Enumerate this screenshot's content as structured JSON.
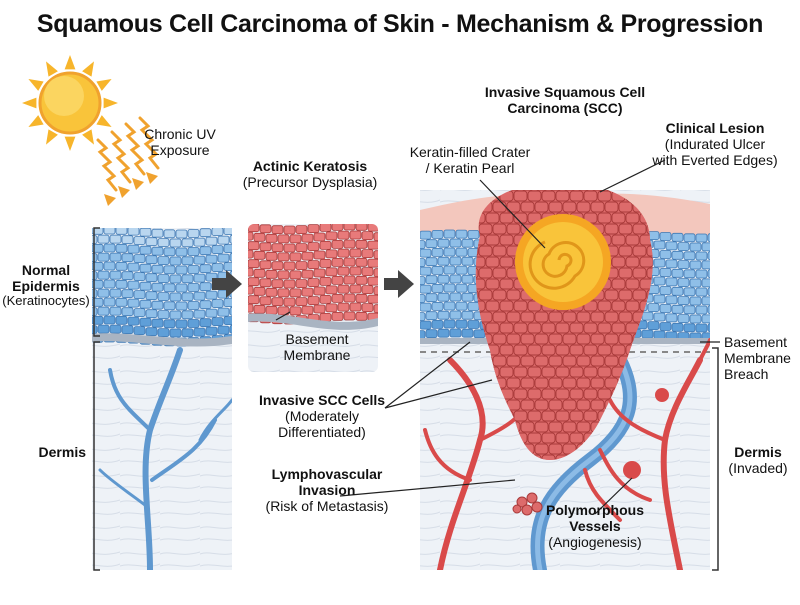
{
  "title": "Squamous Cell Carcinoma of Skin - Mechanism & Progression",
  "labels": {
    "uv_1": "Chronic UV",
    "uv_2": "Exposure",
    "ak_title": "Actinic Keratosis",
    "ak_sub": "(Precursor Dysplasia)",
    "normal_1": "Normal",
    "normal_2": "Epidermis",
    "normal_3": "(Keratinocytes)",
    "dermis_left": "Dermis",
    "bm_left_1": "Basement",
    "bm_left_2": "Membrane",
    "scc_title_1": "Invasive Squamous Cell",
    "scc_title_2": "Carcinoma (SCC)",
    "keratin_1": "Keratin-filled Crater",
    "keratin_2": "/ Keratin Pearl",
    "clinical_1": "Clinical Lesion",
    "clinical_2": "(Indurated Ulcer",
    "clinical_3": "with Everted Edges)",
    "bm_breach_1": "Basement",
    "bm_breach_2": "Membrane",
    "bm_breach_3": "Breach",
    "invasive_1": "Invasive SCC Cells",
    "invasive_2": "(Moderately",
    "invasive_3": "Differentiated)",
    "lymph_1": "Lymphovascular",
    "lymph_2": "Invasion",
    "lymph_3": "(Risk of Metastasis)",
    "poly_1": "Polymorphous",
    "poly_2": "Vessels",
    "poly_3": "(Angiogenesis)",
    "dermis_right_1": "Dermis",
    "dermis_right_2": "(Invaded)"
  },
  "icons": {
    "sun": "sun-icon",
    "uv_rays": "uv-ray-icon",
    "arrows": "right-arrow-icon"
  },
  "colors": {
    "sun": "#f7b52b",
    "uv_ray": "#f0a22e",
    "normal_cells": "#8fbfe8",
    "basal_cells": "#5f9fd8",
    "dysplastic_cells": "#e87a7a",
    "tumor": "#dd6b6b",
    "keratin_pearl": "#f9c43a",
    "vessel_red": "#d94a4a",
    "vessel_blue": "#5f98cf",
    "dermis": "#eef2f7",
    "arrow": "#444444"
  }
}
